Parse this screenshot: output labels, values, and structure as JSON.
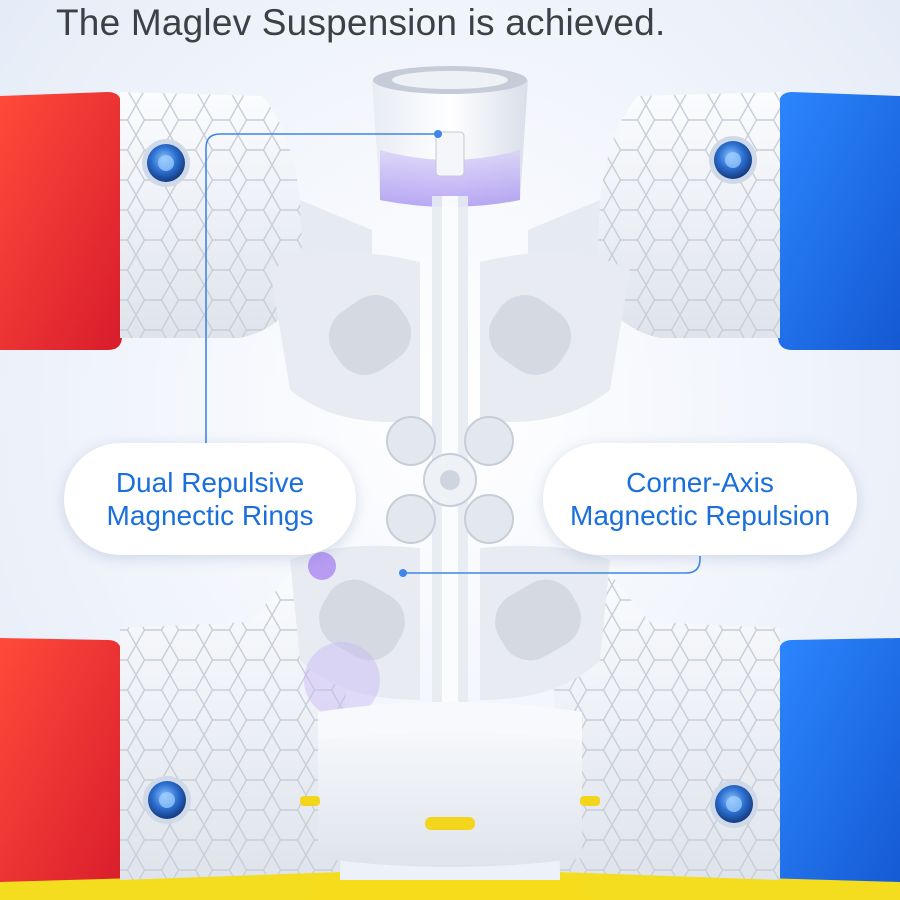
{
  "headline": "The Maglev Suspension is achieved.",
  "callouts": {
    "left": {
      "line1": "Dual Repulsive",
      "line2": "Magnectic Rings"
    },
    "right": {
      "line1": "Corner-Axis",
      "line2": "Magnectic Repulsion"
    }
  },
  "colors": {
    "red": "#ee2b2b",
    "blue": "#1c6fe6",
    "yellow": "#f6e024",
    "accent_text": "#1a6fdc",
    "magnet_purple": "#b49cf5",
    "body_white": "#f2f4f8"
  }
}
